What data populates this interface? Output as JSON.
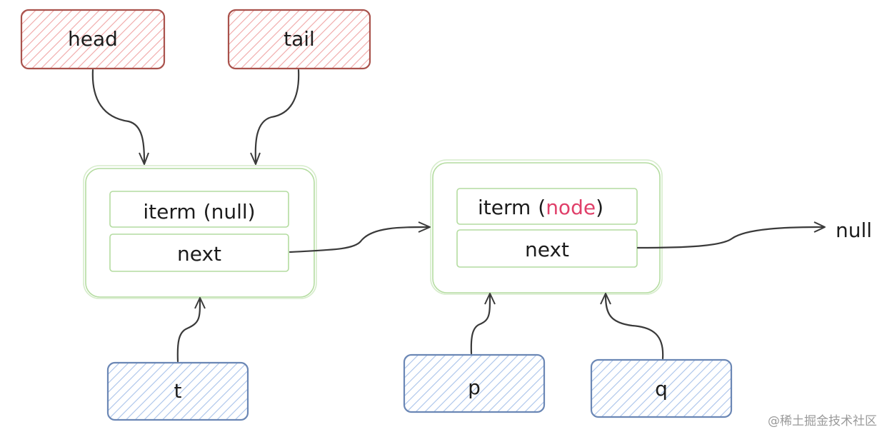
{
  "colors": {
    "red_stroke": "#a9524c",
    "red_hatch": "#f0a6a6",
    "blue_stroke": "#6b87b5",
    "blue_hatch": "#a9c3ea",
    "node_stroke": "#b4dca0",
    "arrow": "#3a3a3a",
    "highlight": "#e0406a"
  },
  "pointers": {
    "head": "head",
    "tail": "tail",
    "t": "t",
    "p": "p",
    "q": "q"
  },
  "node1": {
    "item_label": "iterm",
    "item_open": "(",
    "item_value": "null",
    "item_close": ")",
    "next_label": "next"
  },
  "node2": {
    "item_label": "iterm",
    "item_open": "(",
    "item_value": "node",
    "item_close": ")",
    "next_label": "next"
  },
  "terminal": "null",
  "watermark": "@稀土掘金技术社区"
}
